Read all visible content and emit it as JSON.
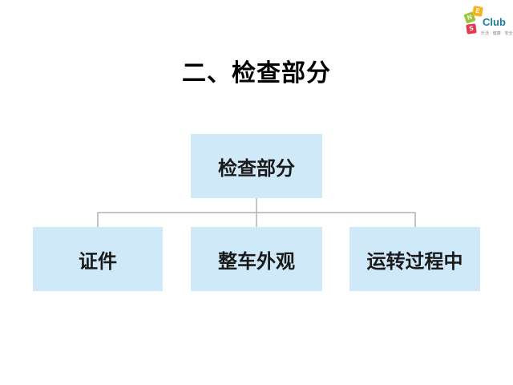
{
  "logo": {
    "leaves": [
      "N",
      "E",
      "S"
    ],
    "name": "Club",
    "tagline": "乐活 · 健康 · 安全"
  },
  "title": "二、检查部分",
  "diagram": {
    "root": "检查部分",
    "children": [
      "证件",
      "整车外观",
      "运转过程中"
    ],
    "colors": {
      "box": "#cfe9f8",
      "line": "#b0b0b0"
    }
  }
}
